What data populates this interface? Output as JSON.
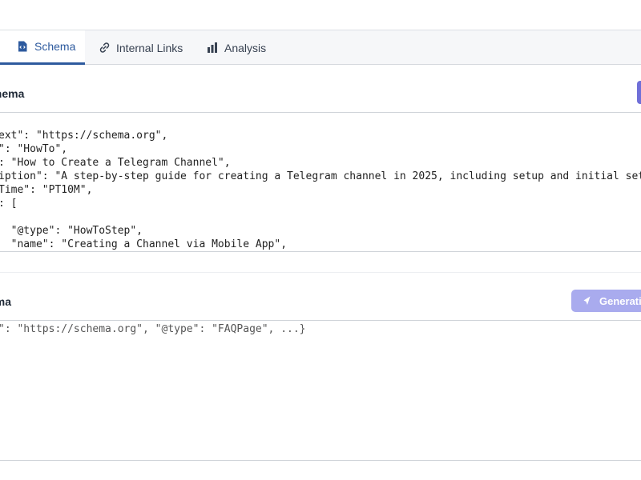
{
  "tabs": [
    {
      "label": "Schema",
      "icon": "code-file-icon",
      "active": true
    },
    {
      "label": "Internal Links",
      "icon": "link-icon",
      "active": false
    },
    {
      "label": "Analysis",
      "icon": "bar-chart-icon",
      "active": false
    }
  ],
  "schema_section": {
    "title": "chema",
    "code_lines": [
      "ext\": \"https://schema.org\",",
      "\": \"HowTo\",",
      ": \"How to Create a Telegram Channel\",",
      "iption\": \"A step-by-step guide for creating a Telegram channel in 2025, including setup and initial settings.\",",
      "Time\": \"PT10M\",",
      ": [",
      "",
      "  \"@type\": \"HowToStep\",",
      "  \"name\": \"Creating a Channel via Mobile App\","
    ]
  },
  "faq_section": {
    "title": "ema",
    "generate_label": "Generating",
    "placeholder": "\": \"https://schema.org\", \"@type\": \"FAQPage\", ...}"
  },
  "colors": {
    "accent": "#2d5a9e",
    "button": "#6f6fd8",
    "button_disabled": "#a9abee"
  }
}
